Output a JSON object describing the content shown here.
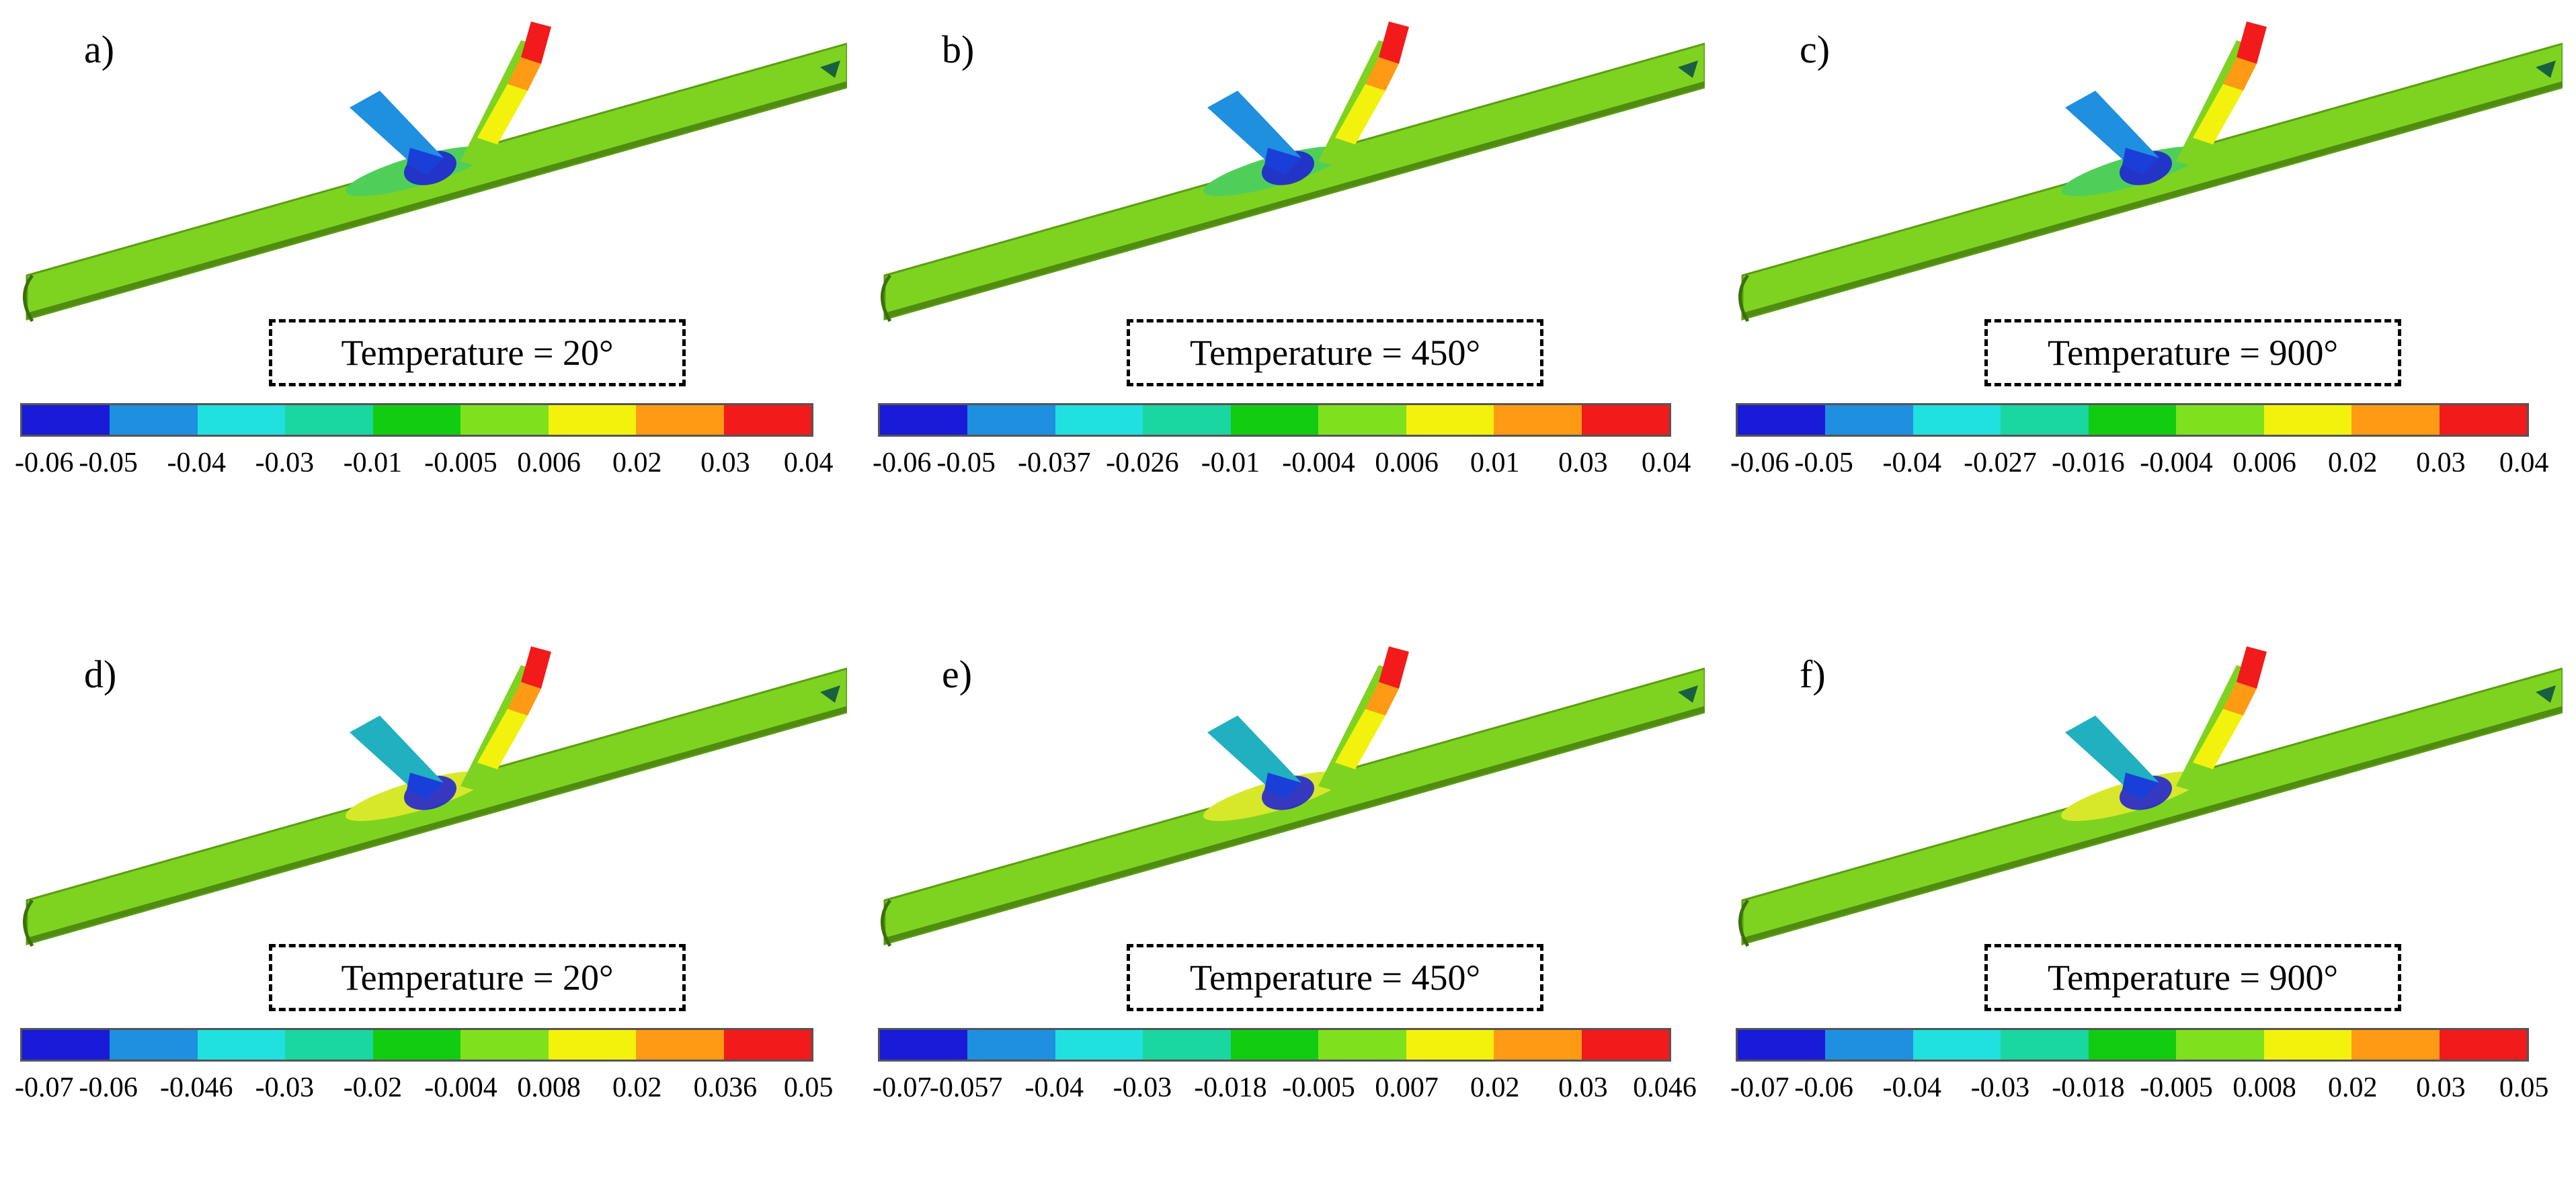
{
  "colormap": [
    "#1a1ad9",
    "#1f8fe0",
    "#20e0e0",
    "#1ad6a0",
    "#12cc12",
    "#7fe01e",
    "#f2f20d",
    "#ff9a14",
    "#f21a1a"
  ],
  "panels": [
    {
      "letter": "a)",
      "temperature": "Temperature = 20°",
      "ticks": [
        "-0.06",
        "-0.05",
        "-0.04",
        "-0.03",
        "-0.01",
        "-0.005",
        "0.006",
        "0.02",
        "0.03",
        "0.04"
      ]
    },
    {
      "letter": "b)",
      "temperature": "Temperature = 450°",
      "ticks": [
        "-0.06",
        "-0.05",
        "-0.037",
        "-0.026",
        "-0.01",
        "-0.004",
        "0.006",
        "0.01",
        "0.03",
        "0.04"
      ]
    },
    {
      "letter": "c)",
      "temperature": "Temperature = 900°",
      "ticks": [
        "-0.06",
        "-0.05",
        "-0.04",
        "-0.027",
        "-0.016",
        "-0.004",
        "0.006",
        "0.02",
        "0.03",
        "0.04"
      ]
    },
    {
      "letter": "d)",
      "temperature": "Temperature = 20°",
      "ticks": [
        "-0.07",
        "-0.06",
        "-0.046",
        "-0.03",
        "-0.02",
        "-0.004",
        "0.008",
        "0.02",
        "0.036",
        "0.05"
      ]
    },
    {
      "letter": "e)",
      "temperature": "Temperature = 450°",
      "ticks": [
        "-0.07",
        "-0.057",
        "-0.04",
        "-0.03",
        "-0.018",
        "-0.005",
        "0.007",
        "0.02",
        "0.03",
        "0.046"
      ]
    },
    {
      "letter": "f)",
      "temperature": "Temperature = 900°",
      "ticks": [
        "-0.07",
        "-0.06",
        "-0.04",
        "-0.03",
        "-0.018",
        "-0.005",
        "0.008",
        "0.02",
        "0.03",
        "0.05"
      ]
    }
  ]
}
